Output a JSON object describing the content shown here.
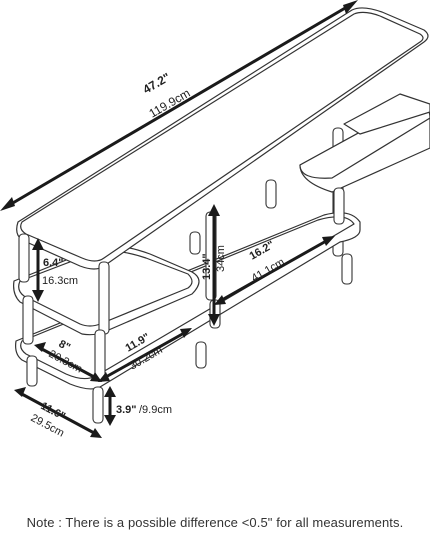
{
  "dimensions": {
    "width_in": "47.2\"",
    "width_cm": "119.9cm",
    "depth_in": "11.6\"",
    "depth_cm": "29.5cm",
    "side_height_in": "6.4\"",
    "side_height_cm": "16.3cm",
    "inner_depth_in": "8\"",
    "inner_depth_cm": "20.3cm",
    "left_width_in": "11.9\"",
    "left_width_cm": "30.2cm",
    "center_height_in": "13.4\"",
    "center_height_cm": "34cm",
    "center_width_in": "16.2\"",
    "center_width_cm": "41.1cm",
    "clearance_in": "3.9\"",
    "clearance_cm": "/9.9cm"
  },
  "note": "Note : There is a possible difference <0.5\" for all measurements."
}
